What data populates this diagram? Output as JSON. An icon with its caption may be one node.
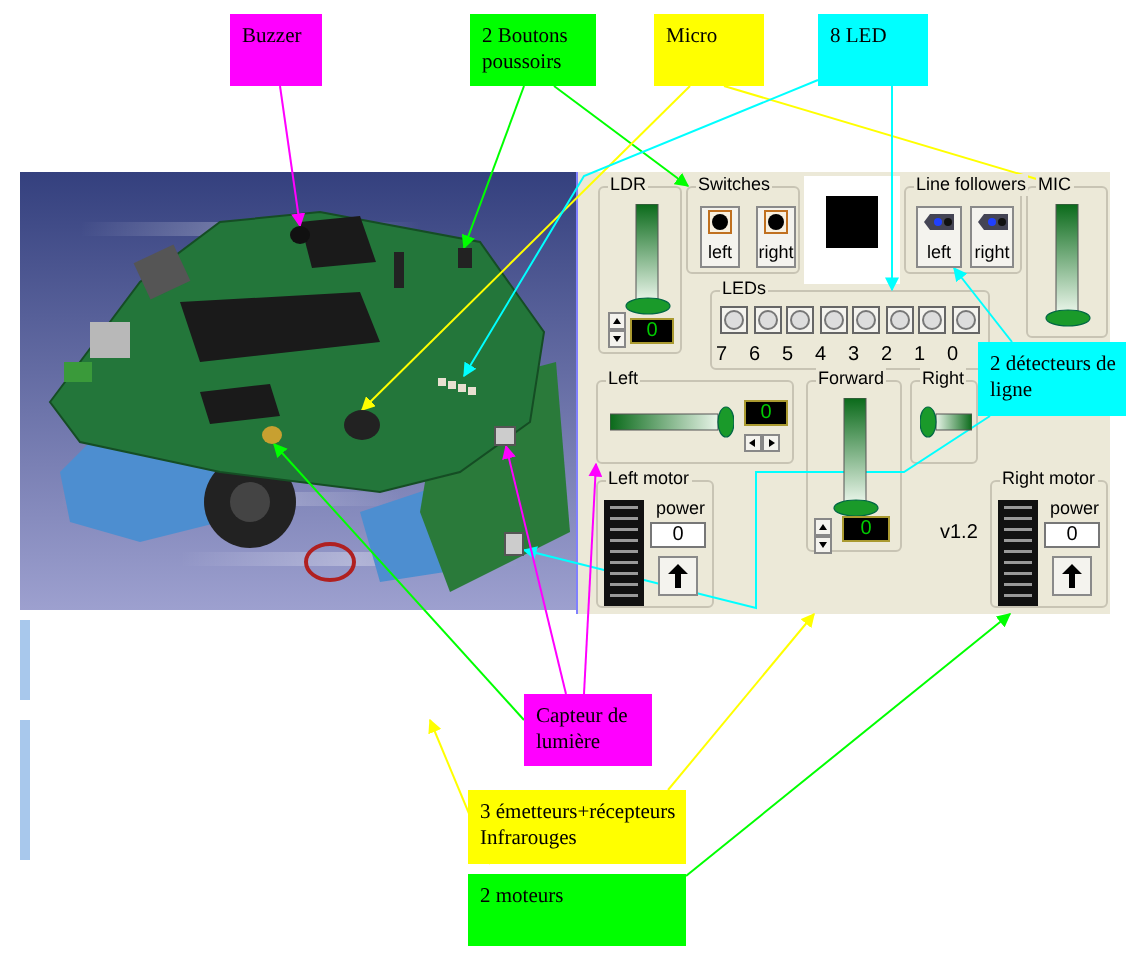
{
  "diagram": {
    "nodes": [
      {
        "text": [
          "Buzzer"
        ]
      },
      {
        "text": [
          "2 Boutons poussoirs"
        ]
      },
      {
        "text": [
          "Micro"
        ]
      },
      {
        "text": [
          "8 LED"
        ]
      },
      {
        "text": [],
        "shape": "picture"
      },
      {
        "text": [],
        "shape": "circle",
        "in": 4
      },
      {
        "text": [],
        "shape": "box",
        "in": 4
      },
      {
        "text": [],
        "shape": "box",
        "in": 4
      },
      {
        "text": [],
        "shape": "circle",
        "in": 4
      },
      {
        "text": [],
        "shape": "circle",
        "in": 4
      },
      {
        "text": [],
        "shape": "box",
        "in": 4
      },
      {
        "text": [],
        "shape": "box",
        "in": 4
      },
      {
        "text": [],
        "shape": "box"
      },
      {
        "text": [
          "LDR",
          "0"
        ],
        "in": 12
      },
      {
        "text": [
          "Switches"
        ],
        "in": 12
      },
      {
        "text": [
          "left"
        ],
        "in": 14
      },
      {
        "text": [
          "right"
        ],
        "in": 14
      },
      {
        "text": [
          "Line followers"
        ],
        "in": 12
      },
      {
        "text": [
          "left"
        ],
        "in": 17
      },
      {
        "text": [
          "right"
        ],
        "in": 17
      },
      {
        "text": [
          "MIC"
        ],
        "in": 12
      },
      {
        "text": [
          "LEDs"
        ],
        "in": 12
      },
      {
        "text": [
          "Left",
          "0"
        ],
        "in": 12
      },
      {
        "text": [
          "Forward",
          "0"
        ],
        "in": 12
      },
      {
        "text": [
          "Right"
        ],
        "in": 12
      },
      {
        "text": [
          "Left motor",
          "power",
          "0"
        ],
        "in": 12
      },
      {
        "text": [
          "Right motor",
          "power",
          "0"
        ],
        "in": 12
      },
      {
        "text": [
          "2 détecteurs de ligne"
        ]
      },
      {
        "text": [
          "Capteur de lumière"
        ]
      },
      {
        "text": [
          "3 émetteurs+récepteurs Infrarouges"
        ]
      },
      {
        "text": [
          "2 moteurs"
        ]
      }
    ],
    "edges": [
      {
        "from": 0,
        "to": 5,
        "arrow": "to",
        "color": "#ff00ff"
      },
      {
        "from": 1,
        "to": 6,
        "arrow": "to",
        "color": "#00ff00"
      },
      {
        "from": 1,
        "to": 14,
        "arrow": "to",
        "color": "#00ff00"
      },
      {
        "from": 2,
        "to": 8,
        "arrow": "to",
        "color": "#ffff00"
      },
      {
        "from": 2,
        "to": 20,
        "arrow": "to",
        "color": "#ffff00"
      },
      {
        "from": 3,
        "to": 7,
        "arrow": "to",
        "color": "#00ffff"
      },
      {
        "from": 3,
        "to": 21,
        "arrow": "to",
        "color": "#00ffff"
      },
      {
        "from": 27,
        "to": 18,
        "arrow": "to",
        "color": "#00ffff"
      },
      {
        "from": 27,
        "to": 11,
        "arrow": "to",
        "color": "#00ffff"
      },
      {
        "from": 28,
        "to": 10,
        "arrow": "to",
        "color": "#ff00ff"
      },
      {
        "from": 28,
        "to": 22,
        "arrow": "to",
        "color": "#ff00ff"
      },
      {
        "from": 29,
        "to": 12,
        "arrow": "to",
        "color": "#ffff00"
      },
      {
        "from": 29,
        "to": null,
        "arrow": "to",
        "color": "#ffff00"
      },
      {
        "from": 30,
        "to": 12,
        "arrow": "to",
        "color": "#00ff00"
      },
      {
        "from": 28,
        "to": 9,
        "arrow": "to",
        "color": "#00ff00"
      }
    ],
    "labels": [
      "7",
      "6",
      "5",
      "4",
      "3",
      "2",
      "1",
      "0",
      "v1.2"
    ]
  }
}
